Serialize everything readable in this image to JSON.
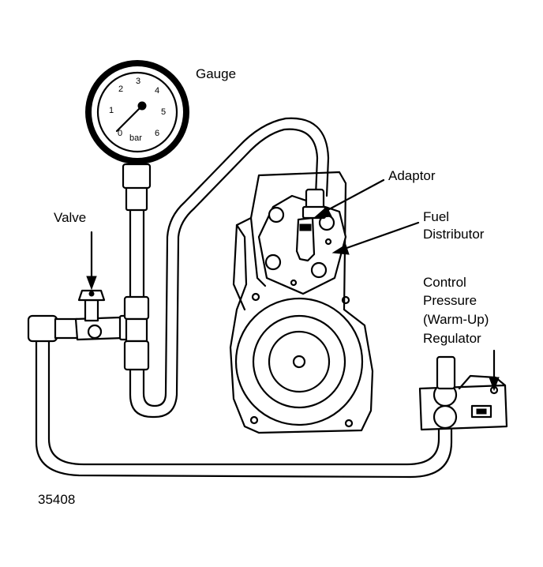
{
  "diagram": {
    "labels": {
      "gauge": "Gauge",
      "valve": "Valve",
      "adaptor": "Adaptor",
      "fuel_distributor": [
        "Fuel",
        "Distributor"
      ],
      "regulator": [
        "Control",
        "Pressure",
        "(Warm-Up)",
        "Regulator"
      ],
      "figure_number": "35408"
    },
    "gauge_dial": {
      "numbers": [
        "0",
        "1",
        "2",
        "3",
        "4",
        "5",
        "6"
      ],
      "unit": "bar"
    }
  }
}
